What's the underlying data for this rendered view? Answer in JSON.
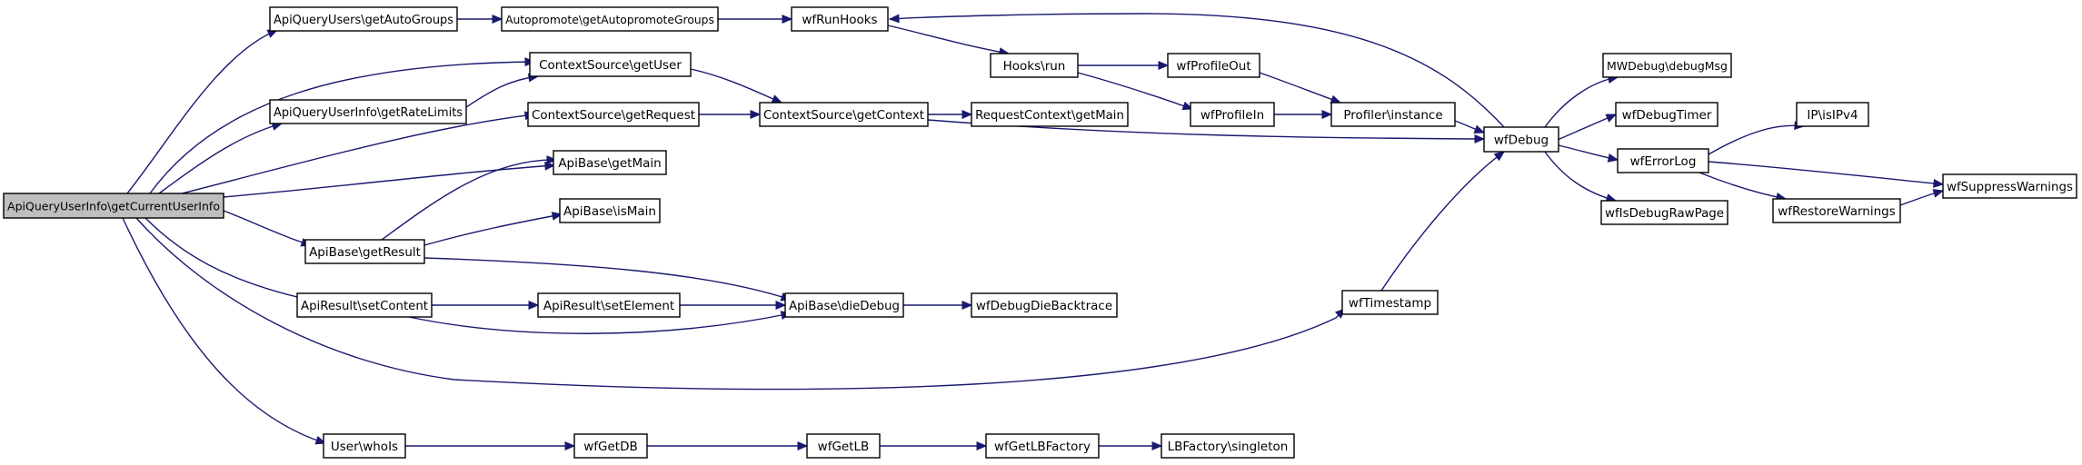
{
  "diagram": {
    "type": "call-graph",
    "colors": {
      "edge": "#191970",
      "node_border": "#000000",
      "node_fill": "#ffffff",
      "root_fill": "#bfbfbf"
    },
    "nodes": [
      {
        "id": "root",
        "label": "ApiQueryUserInfo\\getCurrentUserInfo"
      },
      {
        "id": "getAutoGroups",
        "label": "ApiQueryUsers\\getAutoGroups"
      },
      {
        "id": "getAutopromoteGroups",
        "label": "Autopromote\\getAutopromoteGroups"
      },
      {
        "id": "wfRunHooks",
        "label": "wfRunHooks"
      },
      {
        "id": "hooksRun",
        "label": "Hooks\\run"
      },
      {
        "id": "wfProfileOut",
        "label": "wfProfileOut"
      },
      {
        "id": "wfProfileIn",
        "label": "wfProfileIn"
      },
      {
        "id": "profilerInstance",
        "label": "Profiler\\instance"
      },
      {
        "id": "getUser",
        "label": "ContextSource\\getUser"
      },
      {
        "id": "getRateLimits",
        "label": "ApiQueryUserInfo\\getRateLimits"
      },
      {
        "id": "getRequest",
        "label": "ContextSource\\getRequest"
      },
      {
        "id": "getContext",
        "label": "ContextSource\\getContext"
      },
      {
        "id": "rcGetMain",
        "label": "RequestContext\\getMain"
      },
      {
        "id": "apiGetMain",
        "label": "ApiBase\\getMain"
      },
      {
        "id": "apiIsMain",
        "label": "ApiBase\\isMain"
      },
      {
        "id": "getResult",
        "label": "ApiBase\\getResult"
      },
      {
        "id": "setContent",
        "label": "ApiResult\\setContent"
      },
      {
        "id": "setElement",
        "label": "ApiResult\\setElement"
      },
      {
        "id": "dieDebug",
        "label": "ApiBase\\dieDebug"
      },
      {
        "id": "wfDebugDieBacktrace",
        "label": "wfDebugDieBacktrace"
      },
      {
        "id": "wfTimestamp",
        "label": "wfTimestamp"
      },
      {
        "id": "wfDebug",
        "label": "wfDebug"
      },
      {
        "id": "debugMsg",
        "label": "MWDebug\\debugMsg"
      },
      {
        "id": "wfDebugTimer",
        "label": "wfDebugTimer"
      },
      {
        "id": "wfErrorLog",
        "label": "wfErrorLog"
      },
      {
        "id": "wfIsDebugRawPage",
        "label": "wfIsDebugRawPage"
      },
      {
        "id": "isIPv4",
        "label": "IP\\isIPv4"
      },
      {
        "id": "wfRestoreWarnings",
        "label": "wfRestoreWarnings"
      },
      {
        "id": "wfSuppressWarnings",
        "label": "wfSuppressWarnings"
      },
      {
        "id": "userWhoIs",
        "label": "User\\whoIs"
      },
      {
        "id": "wfGetDB",
        "label": "wfGetDB"
      },
      {
        "id": "wfGetLB",
        "label": "wfGetLB"
      },
      {
        "id": "wfGetLBFactory",
        "label": "wfGetLBFactory"
      },
      {
        "id": "lbSingleton",
        "label": "LBFactory\\singleton"
      }
    ],
    "edges": [
      {
        "from": "root",
        "to": "getAutoGroups"
      },
      {
        "from": "root",
        "to": "getUser"
      },
      {
        "from": "root",
        "to": "getRateLimits"
      },
      {
        "from": "root",
        "to": "getRequest"
      },
      {
        "from": "root",
        "to": "apiGetMain"
      },
      {
        "from": "root",
        "to": "getResult"
      },
      {
        "from": "root",
        "to": "setContent"
      },
      {
        "from": "root",
        "to": "wfTimestamp"
      },
      {
        "from": "root",
        "to": "userWhoIs"
      },
      {
        "from": "getAutoGroups",
        "to": "getAutopromoteGroups"
      },
      {
        "from": "getAutopromoteGroups",
        "to": "wfRunHooks"
      },
      {
        "from": "wfRunHooks",
        "to": "hooksRun"
      },
      {
        "from": "hooksRun",
        "to": "wfProfileOut"
      },
      {
        "from": "hooksRun",
        "to": "wfProfileIn"
      },
      {
        "from": "wfProfileOut",
        "to": "profilerInstance"
      },
      {
        "from": "wfProfileIn",
        "to": "profilerInstance"
      },
      {
        "from": "profilerInstance",
        "to": "wfDebug"
      },
      {
        "from": "wfDebug",
        "to": "wfRunHooks"
      },
      {
        "from": "getRateLimits",
        "to": "getUser"
      },
      {
        "from": "getUser",
        "to": "getContext"
      },
      {
        "from": "getRequest",
        "to": "getContext"
      },
      {
        "from": "getContext",
        "to": "rcGetMain"
      },
      {
        "from": "getContext",
        "to": "wfDebug"
      },
      {
        "from": "getResult",
        "to": "apiGetMain"
      },
      {
        "from": "getResult",
        "to": "apiIsMain"
      },
      {
        "from": "getResult",
        "to": "dieDebug"
      },
      {
        "from": "setContent",
        "to": "setElement"
      },
      {
        "from": "setContent",
        "to": "dieDebug"
      },
      {
        "from": "setElement",
        "to": "dieDebug"
      },
      {
        "from": "dieDebug",
        "to": "wfDebugDieBacktrace"
      },
      {
        "from": "wfTimestamp",
        "to": "wfDebug"
      },
      {
        "from": "wfDebug",
        "to": "debugMsg"
      },
      {
        "from": "wfDebug",
        "to": "wfDebugTimer"
      },
      {
        "from": "wfDebug",
        "to": "wfErrorLog"
      },
      {
        "from": "wfDebug",
        "to": "wfIsDebugRawPage"
      },
      {
        "from": "wfErrorLog",
        "to": "isIPv4"
      },
      {
        "from": "wfErrorLog",
        "to": "wfRestoreWarnings"
      },
      {
        "from": "wfErrorLog",
        "to": "wfSuppressWarnings"
      },
      {
        "from": "wfRestoreWarnings",
        "to": "wfSuppressWarnings"
      },
      {
        "from": "userWhoIs",
        "to": "wfGetDB"
      },
      {
        "from": "wfGetDB",
        "to": "wfGetLB"
      },
      {
        "from": "wfGetLB",
        "to": "wfGetLBFactory"
      },
      {
        "from": "wfGetLBFactory",
        "to": "lbSingleton"
      }
    ]
  }
}
